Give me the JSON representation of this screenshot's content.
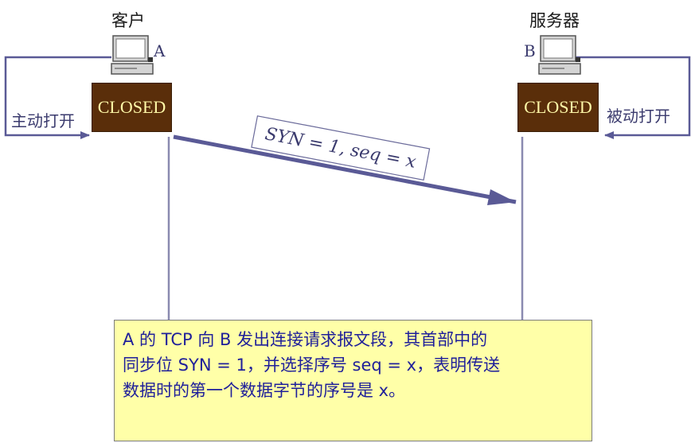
{
  "client": {
    "title": "客户",
    "host_letter": "A",
    "state": "CLOSED",
    "action": "主动打开"
  },
  "server": {
    "title": "服务器",
    "host_letter": "B",
    "state": "CLOSED",
    "action": "被动打开"
  },
  "segment": {
    "label": "SYN = 1, seq = x"
  },
  "note": {
    "line1": "A 的 TCP 向 B 发出连接请求报文段，其首部中的",
    "line2": "同步位 SYN = 1，并选择序号 seq = x，表明传送",
    "line3": "数据时的第一个数据字节的序号是 x。"
  },
  "colors": {
    "arrow": "#5a5a96",
    "state_box": "#5a2e0a",
    "state_text": "#fff8a8",
    "note_bg": "#ffffa8",
    "note_text": "#1f1f9a"
  }
}
